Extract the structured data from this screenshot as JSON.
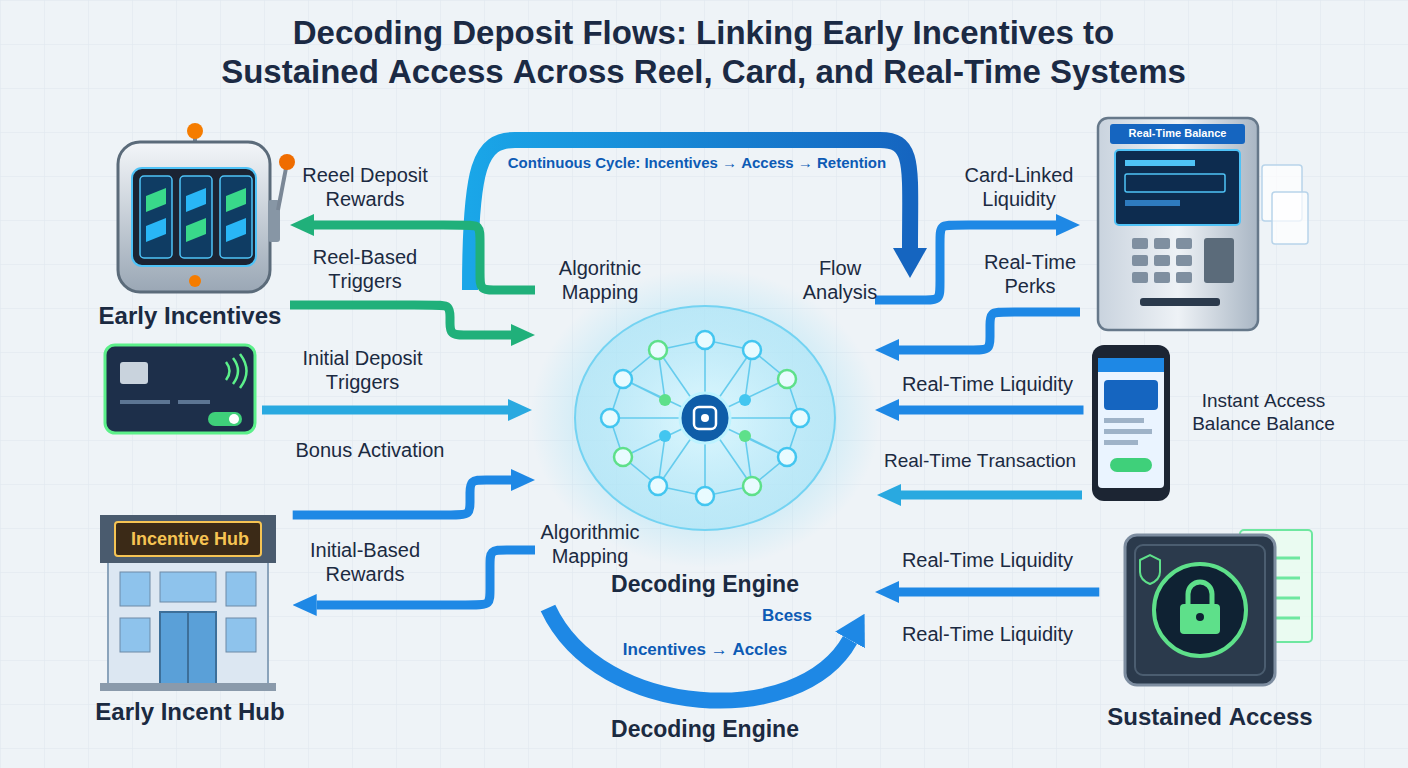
{
  "diagram": {
    "title": "Decoding Deposit Flows: Linking Early Incentives to Sustained Access Across Reel, Card, and Real-Time Systems",
    "nodes": [
      {
        "text": [
          "Early Incentives"
        ]
      },
      {
        "text": [
          "Incentive Hub",
          "Early Incent Hub"
        ]
      },
      {
        "text": [
          "Decoding Engine"
        ]
      },
      {
        "text": [
          "Real-Time Balance"
        ]
      },
      {
        "text": [
          "Instant Access Balance Balance"
        ]
      },
      {
        "text": [
          "Sustained Access"
        ]
      }
    ],
    "edges": [
      {
        "from": 2,
        "to": 0,
        "arrow": "to",
        "label": "Reeel Deposit Rewards"
      },
      {
        "from": 0,
        "to": 2,
        "arrow": "to",
        "label": "Reel-Based Triggers"
      },
      {
        "from": 1,
        "to": 2,
        "arrow": "to"
      },
      {
        "from": 2,
        "to": 1,
        "arrow": "to",
        "label": "Initial-Based Rewards"
      },
      {
        "from": 2,
        "to": 3,
        "arrow": "to",
        "label": "Card-Linked Liquidity"
      },
      {
        "from": 3,
        "to": 2,
        "arrow": "to",
        "label": "Real-Time Perks"
      },
      {
        "from": 4,
        "to": 2,
        "arrow": "to",
        "label": "Real-Time Liquidity"
      },
      {
        "from": 5,
        "to": 2,
        "arrow": "to",
        "label": "Real-Time Liquidity"
      }
    ],
    "labels": [
      "Continuous Cycle: Incentives → Access → Retention",
      "Algoritnic Mapping",
      "Flow Analysis",
      "Initial Deposit Triggers",
      "Bonus Activation",
      "Real-Time Transaction",
      "Algorithmic Mapping",
      "Real-Time Liquidity",
      "Bcess",
      "Incentives → Accles",
      "Decoding Engine"
    ]
  }
}
